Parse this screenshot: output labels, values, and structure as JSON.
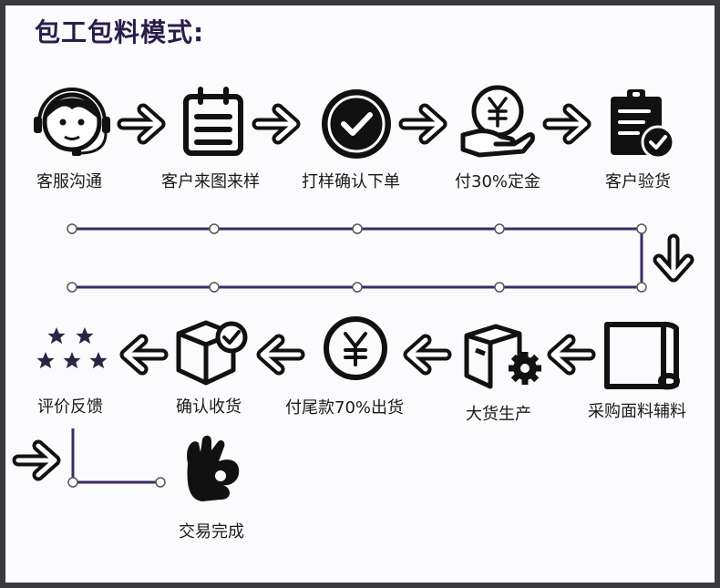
{
  "title": "包工包料模式:",
  "steps": [
    {
      "label": "客服沟通",
      "icon": "customer-service-headset-icon"
    },
    {
      "label": "客户来图来样",
      "icon": "notepad-icon"
    },
    {
      "label": "打样确认下单",
      "icon": "check-circle-icon"
    },
    {
      "label": "付30%定金",
      "icon": "yen-coin-hand-icon"
    },
    {
      "label": "客户验货",
      "icon": "clipboard-check-icon"
    },
    {
      "label": "采购面料辅料",
      "icon": "fabric-roll-icon"
    },
    {
      "label": "大货生产",
      "icon": "box-gear-icon"
    },
    {
      "label": "付尾款70%出货",
      "icon": "yen-circle-icon"
    },
    {
      "label": "确认收货",
      "icon": "box-check-icon"
    },
    {
      "label": "评价反馈",
      "icon": "stars-icon"
    },
    {
      "label": "交易完成",
      "icon": "ok-hand-icon"
    }
  ],
  "colors": {
    "ink": "#111111",
    "title": "#2a1d4a",
    "connector": "#3d2a66",
    "frame": "#3a3a3c",
    "background": "#fbfbfd"
  }
}
